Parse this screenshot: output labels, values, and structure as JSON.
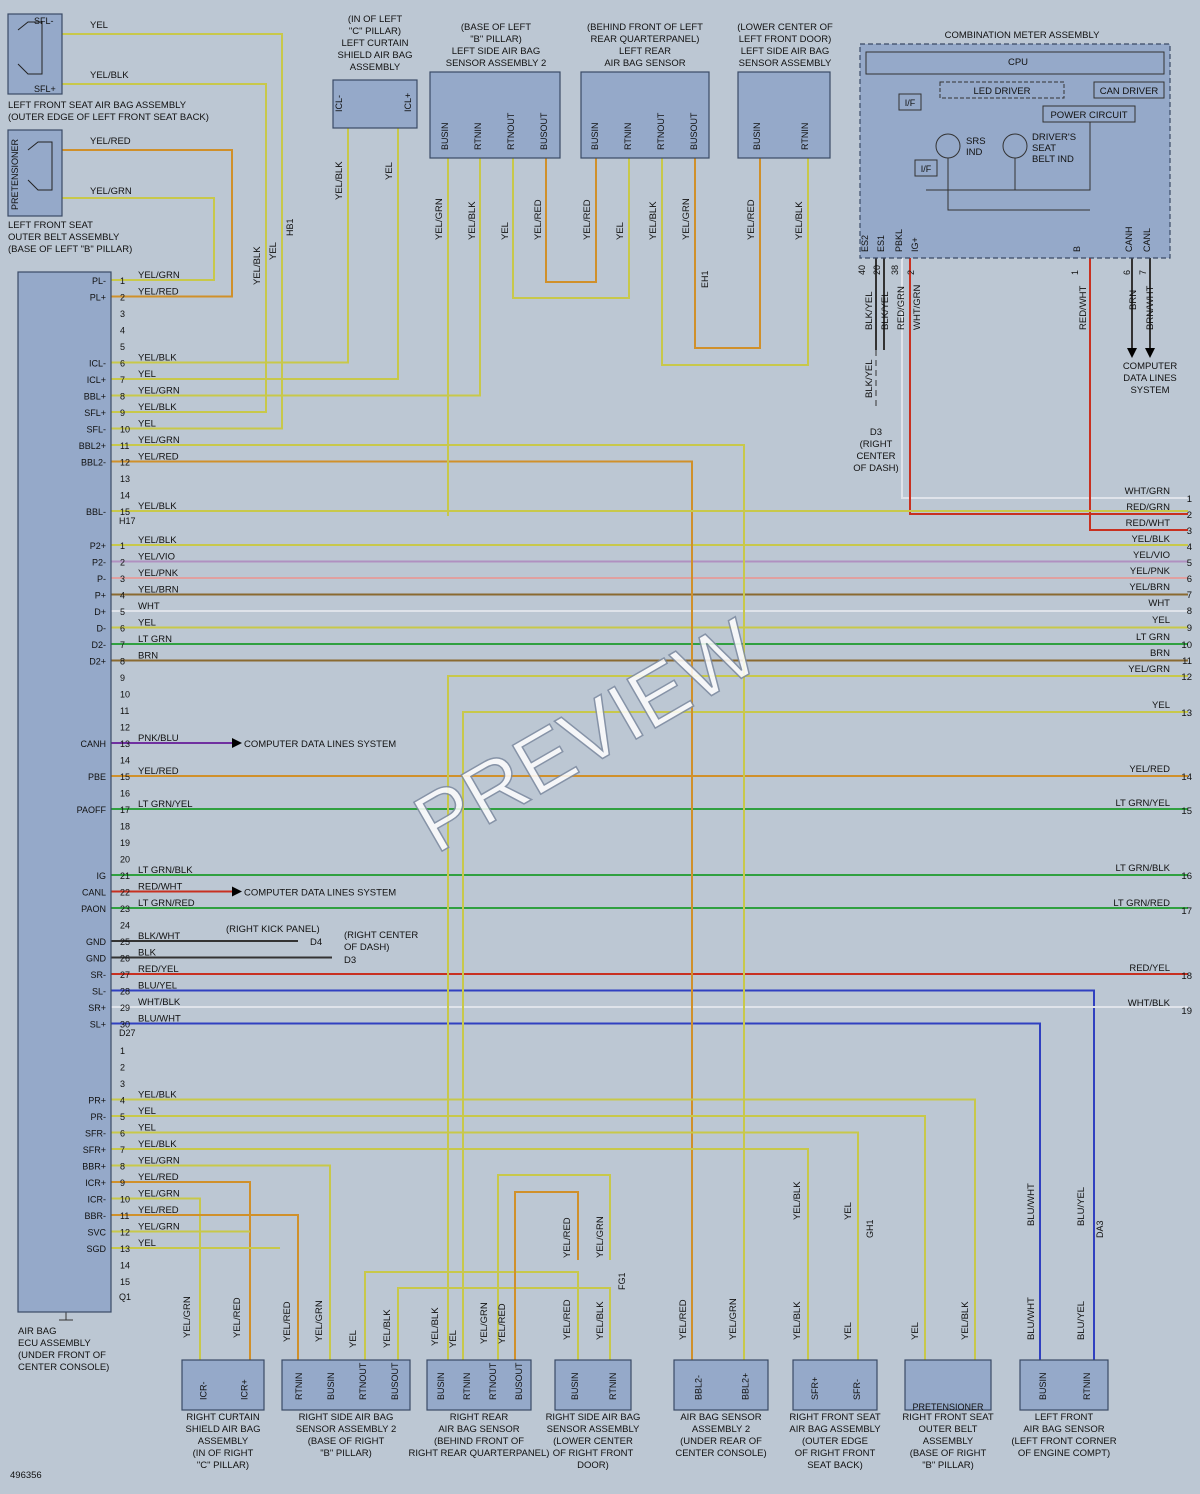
{
  "watermark": "PREVIEW",
  "figure_id": "496356",
  "ecu": {
    "label": [
      "AIR BAG",
      "ECU ASSEMBLY",
      "(UNDER FRONT OF",
      "CENTER CONSOLE)"
    ],
    "connectors": [
      "H17",
      "D27",
      "Q1"
    ]
  },
  "components": {
    "left_front_seat": [
      "LEFT FRONT SEAT AIR BAG ASSEMBLY",
      "(OUTER EDGE OF LEFT FRONT SEAT BACK)"
    ],
    "left_front_belt": [
      "LEFT FRONT SEAT",
      "OUTER BELT ASSEMBLY",
      "(BASE OF LEFT \"B\" PILLAR)"
    ],
    "pretensioner": "PRETENSIONER",
    "left_curtain": [
      "(IN OF LEFT",
      "\"C\" PILLAR)",
      "LEFT CURTAIN",
      "SHIELD AIR BAG",
      "ASSEMBLY"
    ],
    "left_side_sensor2": [
      "(BASE OF LEFT",
      "\"B\" PILLAR)",
      "LEFT SIDE AIR BAG",
      "SENSOR ASSEMBLY 2"
    ],
    "left_rear_sensor": [
      "(BEHIND FRONT OF LEFT",
      "REAR QUARTERPANEL)",
      "LEFT REAR",
      "AIR BAG SENSOR"
    ],
    "left_side_sensor": [
      "(LOWER CENTER OF",
      "LEFT FRONT DOOR)",
      "LEFT SIDE AIR BAG",
      "SENSOR ASSEMBLY"
    ],
    "combination_meter": {
      "title": "COMBINATION METER ASSEMBLY",
      "cpu": "CPU",
      "led_driver": "LED DRIVER",
      "can_driver": "CAN DRIVER",
      "power_circuit": "POWER CIRCUIT",
      "if": "I/F",
      "srs": [
        "SRS",
        "IND"
      ],
      "belt": [
        "DRIVER'S",
        "SEAT",
        "BELT IND"
      ],
      "pins": [
        "ES2",
        "ES1",
        "PBKL",
        "IG+",
        "B",
        "CANH",
        "CANL"
      ],
      "b": "B"
    },
    "comp_data": [
      "COMPUTER",
      "DATA LINES",
      "SYSTEM"
    ],
    "d3_top": [
      "D3",
      "(RIGHT",
      "CENTER",
      "OF DASH)"
    ],
    "bottom": [
      [
        "RIGHT CURTAIN",
        "SHIELD AIR BAG",
        "ASSEMBLY",
        "(IN OF RIGHT",
        "\"C\" PILLAR)"
      ],
      [
        "RIGHT SIDE AIR BAG",
        "SENSOR ASSEMBLY 2",
        "(BASE OF RIGHT",
        "\"B\" PILLAR)"
      ],
      [
        "RIGHT REAR",
        "AIR BAG SENSOR",
        "(BEHIND FRONT OF",
        "RIGHT REAR QUARTERPANEL)"
      ],
      [
        "RIGHT SIDE AIR BAG",
        "SENSOR ASSEMBLY",
        "(LOWER CENTER",
        "OF RIGHT FRONT",
        "DOOR)"
      ],
      [
        "AIR BAG SENSOR",
        "ASSEMBLY 2",
        "(UNDER REAR OF",
        "CENTER CONSOLE)"
      ],
      [
        "RIGHT FRONT SEAT",
        "AIR BAG ASSEMBLY",
        "(OUTER EDGE",
        "OF RIGHT FRONT",
        "SEAT BACK)"
      ],
      [
        "RIGHT FRONT SEAT",
        "OUTER BELT",
        "ASSEMBLY",
        "(BASE OF RIGHT",
        "\"B\" PILLAR)"
      ],
      [
        "LEFT FRONT",
        "AIR BAG SENSOR",
        "(LEFT FRONT CORNER",
        "OF ENGINE COMPT)"
      ]
    ],
    "right_kick": "(RIGHT KICK PANEL)",
    "right_center": [
      "(RIGHT CENTER",
      "OF DASH)"
    ],
    "d4": "D4",
    "d3": "D3"
  },
  "ecu_pins": [
    {
      "name": "PL-",
      "num": "1",
      "wire": "YEL/GRN"
    },
    {
      "name": "PL+",
      "num": "2",
      "wire": "YEL/RED"
    },
    {
      "name": "",
      "num": "3",
      "wire": ""
    },
    {
      "name": "",
      "num": "4",
      "wire": ""
    },
    {
      "name": "",
      "num": "5",
      "wire": ""
    },
    {
      "name": "ICL-",
      "num": "6",
      "wire": "YEL/BLK"
    },
    {
      "name": "ICL+",
      "num": "7",
      "wire": "YEL"
    },
    {
      "name": "BBL+",
      "num": "8",
      "wire": "YEL/GRN"
    },
    {
      "name": "SFL+",
      "num": "9",
      "wire": "YEL/BLK"
    },
    {
      "name": "SFL-",
      "num": "10",
      "wire": "YEL"
    },
    {
      "name": "BBL2+",
      "num": "11",
      "wire": "YEL/GRN"
    },
    {
      "name": "BBL2-",
      "num": "12",
      "wire": "YEL/RED"
    },
    {
      "name": "",
      "num": "13",
      "wire": ""
    },
    {
      "name": "",
      "num": "14",
      "wire": ""
    },
    {
      "name": "BBL-",
      "num": "15",
      "wire": "YEL/BLK"
    },
    {
      "name": "P2+",
      "num": "1",
      "wire": "YEL/BLK"
    },
    {
      "name": "P2-",
      "num": "2",
      "wire": "YEL/VIO"
    },
    {
      "name": "P-",
      "num": "3",
      "wire": "YEL/PNK"
    },
    {
      "name": "P+",
      "num": "4",
      "wire": "YEL/BRN"
    },
    {
      "name": "D+",
      "num": "5",
      "wire": "WHT"
    },
    {
      "name": "D-",
      "num": "6",
      "wire": "YEL"
    },
    {
      "name": "D2-",
      "num": "7",
      "wire": "LT GRN"
    },
    {
      "name": "D2+",
      "num": "8",
      "wire": "BRN"
    },
    {
      "name": "",
      "num": "9",
      "wire": ""
    },
    {
      "name": "",
      "num": "10",
      "wire": ""
    },
    {
      "name": "",
      "num": "11",
      "wire": ""
    },
    {
      "name": "",
      "num": "12",
      "wire": ""
    },
    {
      "name": "CANH",
      "num": "13",
      "wire": "PNK/BLU"
    },
    {
      "name": "",
      "num": "14",
      "wire": ""
    },
    {
      "name": "PBE",
      "num": "15",
      "wire": "YEL/RED"
    },
    {
      "name": "",
      "num": "16",
      "wire": ""
    },
    {
      "name": "PAOFF",
      "num": "17",
      "wire": "LT GRN/YEL"
    },
    {
      "name": "",
      "num": "18",
      "wire": ""
    },
    {
      "name": "",
      "num": "19",
      "wire": ""
    },
    {
      "name": "",
      "num": "20",
      "wire": ""
    },
    {
      "name": "IG",
      "num": "21",
      "wire": "LT GRN/BLK"
    },
    {
      "name": "CANL",
      "num": "22",
      "wire": "RED/WHT"
    },
    {
      "name": "PAON",
      "num": "23",
      "wire": "LT GRN/RED"
    },
    {
      "name": "",
      "num": "24",
      "wire": ""
    },
    {
      "name": "GND",
      "num": "25",
      "wire": "BLK/WHT"
    },
    {
      "name": "GND",
      "num": "26",
      "wire": "BLK"
    },
    {
      "name": "SR-",
      "num": "27",
      "wire": "RED/YEL"
    },
    {
      "name": "SL-",
      "num": "28",
      "wire": "BLU/YEL"
    },
    {
      "name": "SR+",
      "num": "29",
      "wire": "WHT/BLK"
    },
    {
      "name": "SL+",
      "num": "30",
      "wire": "BLU/WHT"
    },
    {
      "name": "",
      "num": "1",
      "wire": ""
    },
    {
      "name": "",
      "num": "2",
      "wire": ""
    },
    {
      "name": "",
      "num": "3",
      "wire": ""
    },
    {
      "name": "PR+",
      "num": "4",
      "wire": "YEL/BLK"
    },
    {
      "name": "PR-",
      "num": "5",
      "wire": "YEL"
    },
    {
      "name": "SFR-",
      "num": "6",
      "wire": "YEL"
    },
    {
      "name": "SFR+",
      "num": "7",
      "wire": "YEL/BLK"
    },
    {
      "name": "BBR+",
      "num": "8",
      "wire": "YEL/GRN"
    },
    {
      "name": "ICR+",
      "num": "9",
      "wire": "YEL/RED"
    },
    {
      "name": "ICR-",
      "num": "10",
      "wire": "YEL/GRN"
    },
    {
      "name": "BBR-",
      "num": "11",
      "wire": "YEL/RED"
    },
    {
      "name": "SVC",
      "num": "12",
      "wire": "YEL/GRN"
    },
    {
      "name": "SGD",
      "num": "13",
      "wire": "YEL"
    },
    {
      "name": "",
      "num": "14",
      "wire": ""
    },
    {
      "name": "",
      "num": "15",
      "wire": ""
    }
  ],
  "right_refs": [
    {
      "n": "1",
      "wire": "WHT/GRN"
    },
    {
      "n": "2",
      "wire": "RED/GRN"
    },
    {
      "n": "3",
      "wire": "RED/WHT"
    },
    {
      "n": "4",
      "wire": "YEL/BLK"
    },
    {
      "n": "5",
      "wire": "YEL/VIO"
    },
    {
      "n": "6",
      "wire": "YEL/PNK"
    },
    {
      "n": "7",
      "wire": "YEL/BRN"
    },
    {
      "n": "8",
      "wire": "WHT"
    },
    {
      "n": "9",
      "wire": "YEL"
    },
    {
      "n": "10",
      "wire": "LT GRN"
    },
    {
      "n": "11",
      "wire": "BRN"
    },
    {
      "n": "12",
      "wire": "YEL/GRN"
    },
    {
      "n": "13",
      "wire": "YEL"
    },
    {
      "n": "14",
      "wire": "YEL/RED"
    },
    {
      "n": "15",
      "wire": "LT GRN/YEL"
    },
    {
      "n": "16",
      "wire": "LT GRN/BLK"
    },
    {
      "n": "17",
      "wire": "LT GRN/RED"
    },
    {
      "n": "18",
      "wire": "RED/YEL"
    },
    {
      "n": "19",
      "wire": "WHT/BLK"
    }
  ],
  "arrow_text": "COMPUTER DATA LINES SYSTEM",
  "splices": [
    "HB1",
    "EH1",
    "FG1",
    "GH1",
    "DA3"
  ],
  "colors": {
    "yel": "#c8c84a",
    "yelred": "#d0902a",
    "red": "#c83020",
    "blue": "#3040c0",
    "green": "#30a040",
    "vio": "#b090c0",
    "pnk": "#e0a0a0",
    "brn": "#8a6a30",
    "wht": "#dfe3ea",
    "blk": "#333333",
    "purple": "#7030a0"
  }
}
